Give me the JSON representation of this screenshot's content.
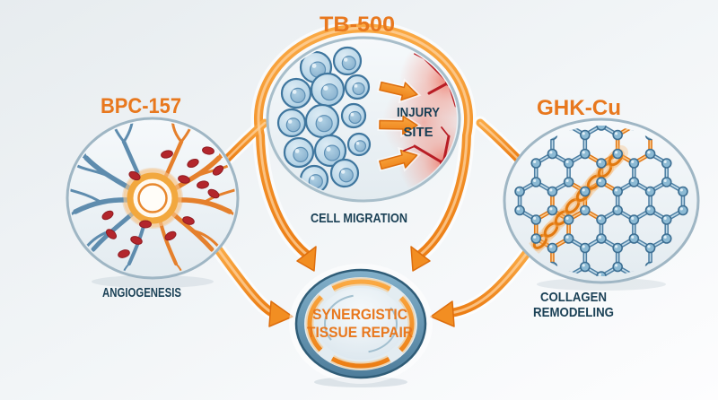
{
  "diagram": {
    "title_area": {
      "left_peptide": "BPC-157",
      "center_peptide": "TB-500",
      "right_peptide": "GHK-Cu"
    },
    "peptides": [
      {
        "name": "BPC-157",
        "mechanism": "ANGIOGENESIS",
        "illustration_icon": "blood-vessel-network-icon"
      },
      {
        "name": "TB-500",
        "mechanism": "CELL MIGRATION",
        "illustration_icon": "cells-migrating-icon",
        "injury_label_line1": "INJURY",
        "injury_label_line2": "SITE"
      },
      {
        "name": "GHK-Cu",
        "mechanism_line1": "COLLAGEN",
        "mechanism_line2": "REMODELING",
        "illustration_icon": "collagen-crosslink-lattice-icon"
      }
    ],
    "outcome": {
      "line1": "SYNERGISTIC",
      "line2": "TISSUE REPAIR"
    },
    "colors": {
      "accent_orange": "#EE7B1E",
      "accent_orange_dark": "#DD6E0E",
      "label_navy": "#1B4156",
      "injury_red": "#B81D25",
      "cell_blue": "#BCD8E9",
      "steel_blue_ring": "#5D8CA9",
      "background": "#ECF0F3"
    }
  }
}
